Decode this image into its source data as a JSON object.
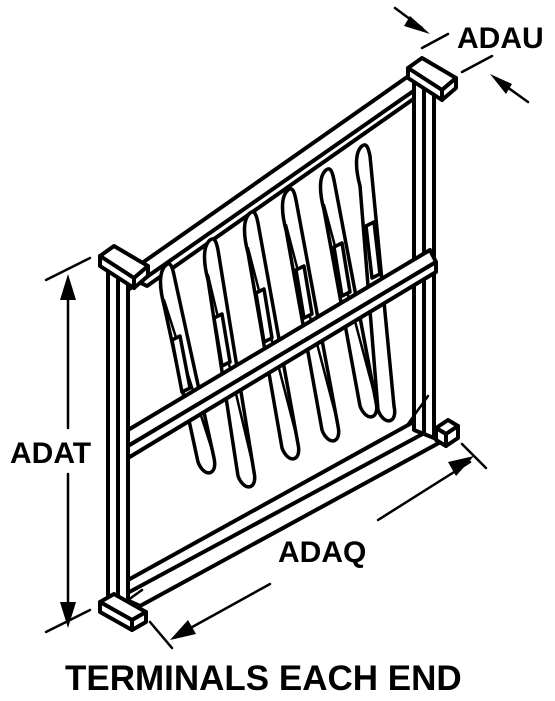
{
  "labels": {
    "width_dim": "ADAU",
    "height_dim": "ADAT",
    "length_dim": "ADAQ"
  },
  "caption": "TERMINALS EACH END",
  "colors": {
    "line": "#000000",
    "background": "#ffffff"
  }
}
